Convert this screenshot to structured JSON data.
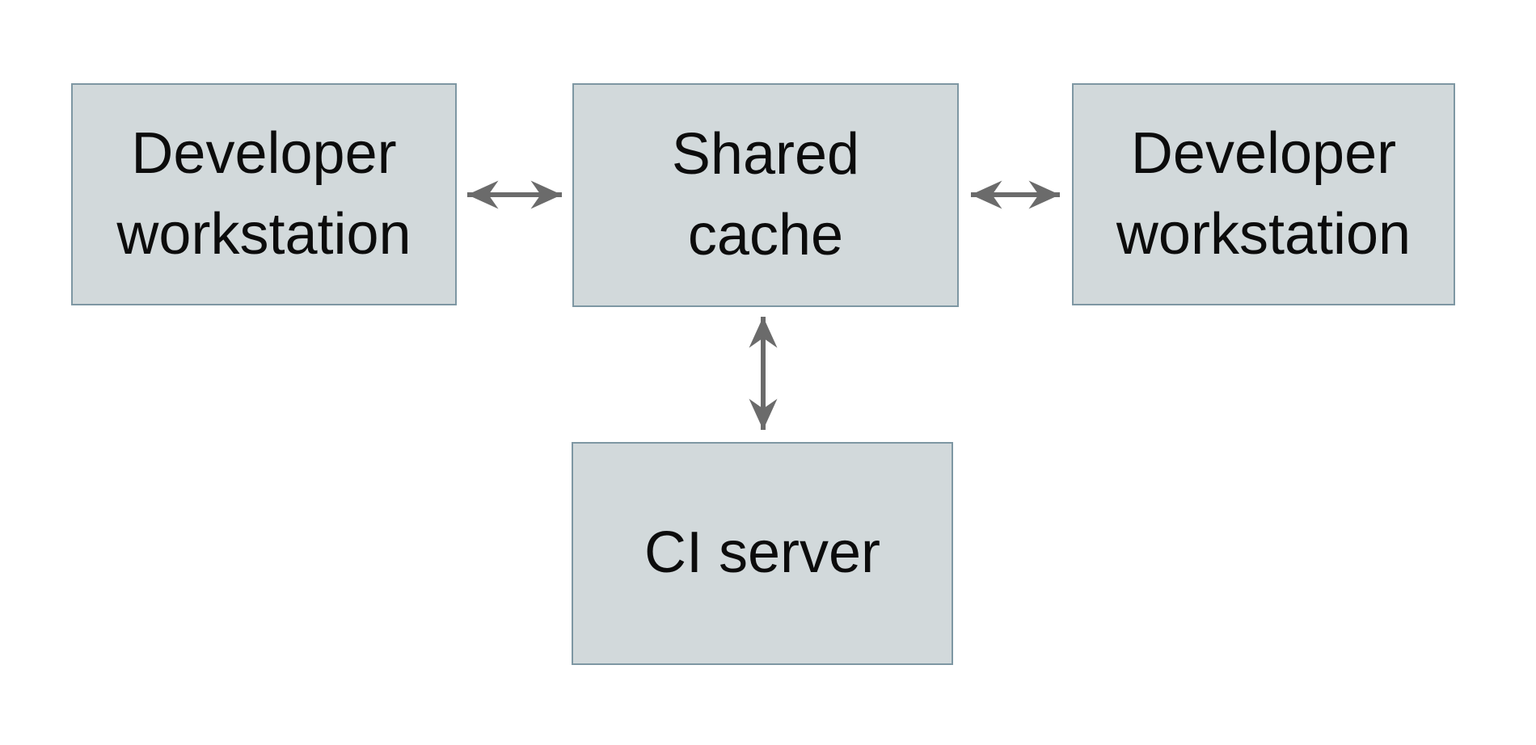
{
  "diagram": {
    "title": "",
    "background": "#ffffff",
    "colors": {
      "node_fill": "#d2d9db",
      "node_border": "#7e97a3",
      "arrow": "#6b6b6b",
      "text": "#0c0c0c"
    },
    "nodes": [
      {
        "id": "developer-workstation-left",
        "lines": [
          "Developer",
          "workstation"
        ]
      },
      {
        "id": "shared-cache",
        "lines": [
          "Shared",
          "cache"
        ]
      },
      {
        "id": "developer-workstation-right",
        "lines": [
          "Developer",
          "workstation"
        ]
      },
      {
        "id": "ci-server",
        "lines": [
          "CI server"
        ]
      }
    ],
    "edges": [
      {
        "from": "developer-workstation-left",
        "to": "shared-cache",
        "direction": "bidirectional"
      },
      {
        "from": "developer-workstation-right",
        "to": "shared-cache",
        "direction": "bidirectional"
      },
      {
        "from": "ci-server",
        "to": "shared-cache",
        "direction": "bidirectional"
      }
    ]
  }
}
